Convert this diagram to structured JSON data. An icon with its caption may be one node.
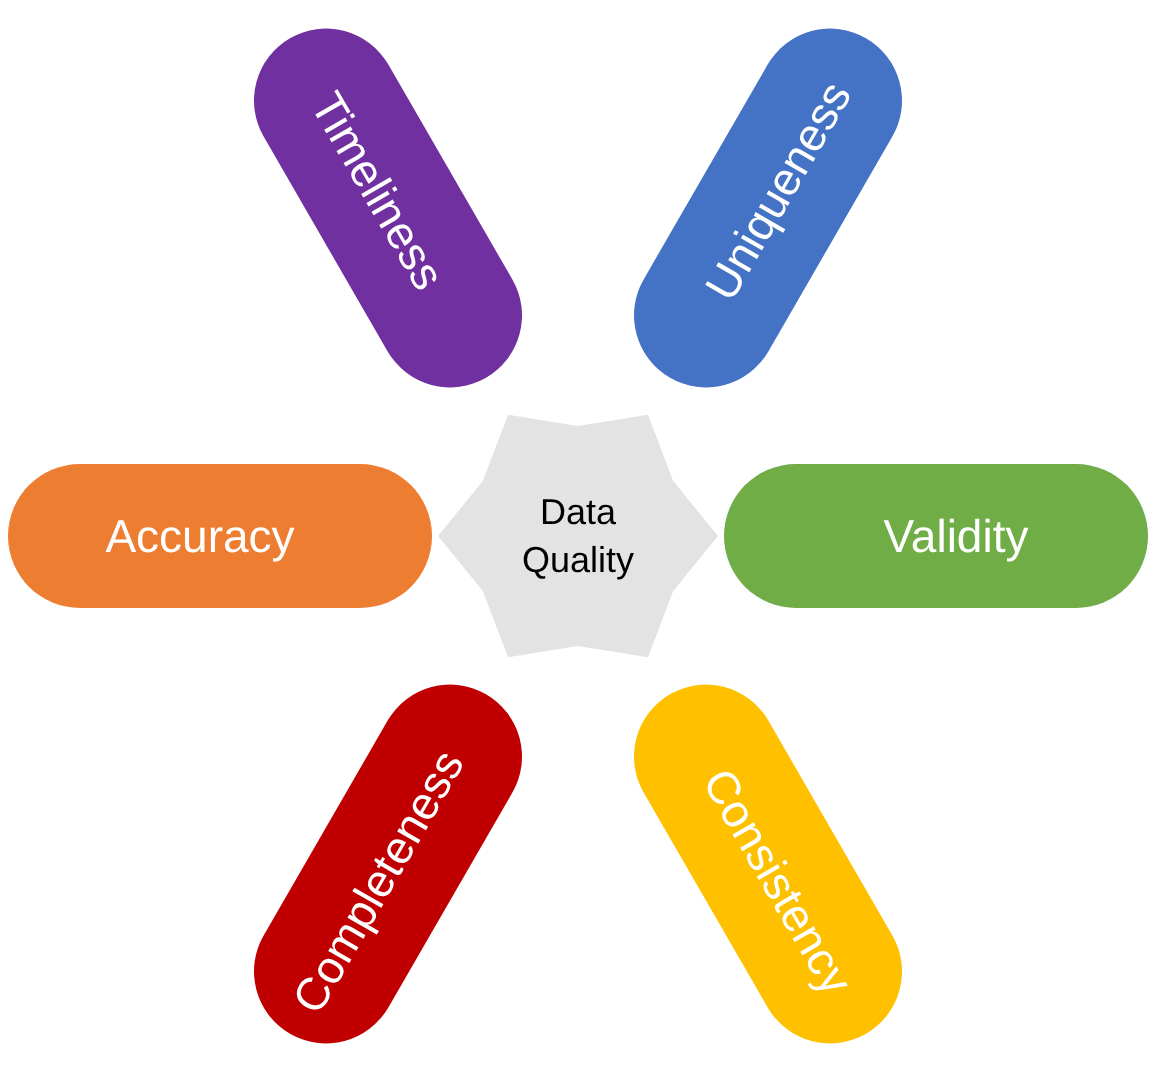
{
  "diagram": {
    "nodes": [
      {
        "text": [
          "Timeliness"
        ]
      },
      {
        "text": [
          "Uniqueness"
        ]
      },
      {
        "text": [
          "Accuracy"
        ]
      },
      {
        "text": [
          "Data Quality"
        ]
      },
      {
        "text": [
          "Validity"
        ]
      },
      {
        "text": [
          "Completeness"
        ]
      },
      {
        "text": [
          "Consistency"
        ]
      }
    ]
  }
}
